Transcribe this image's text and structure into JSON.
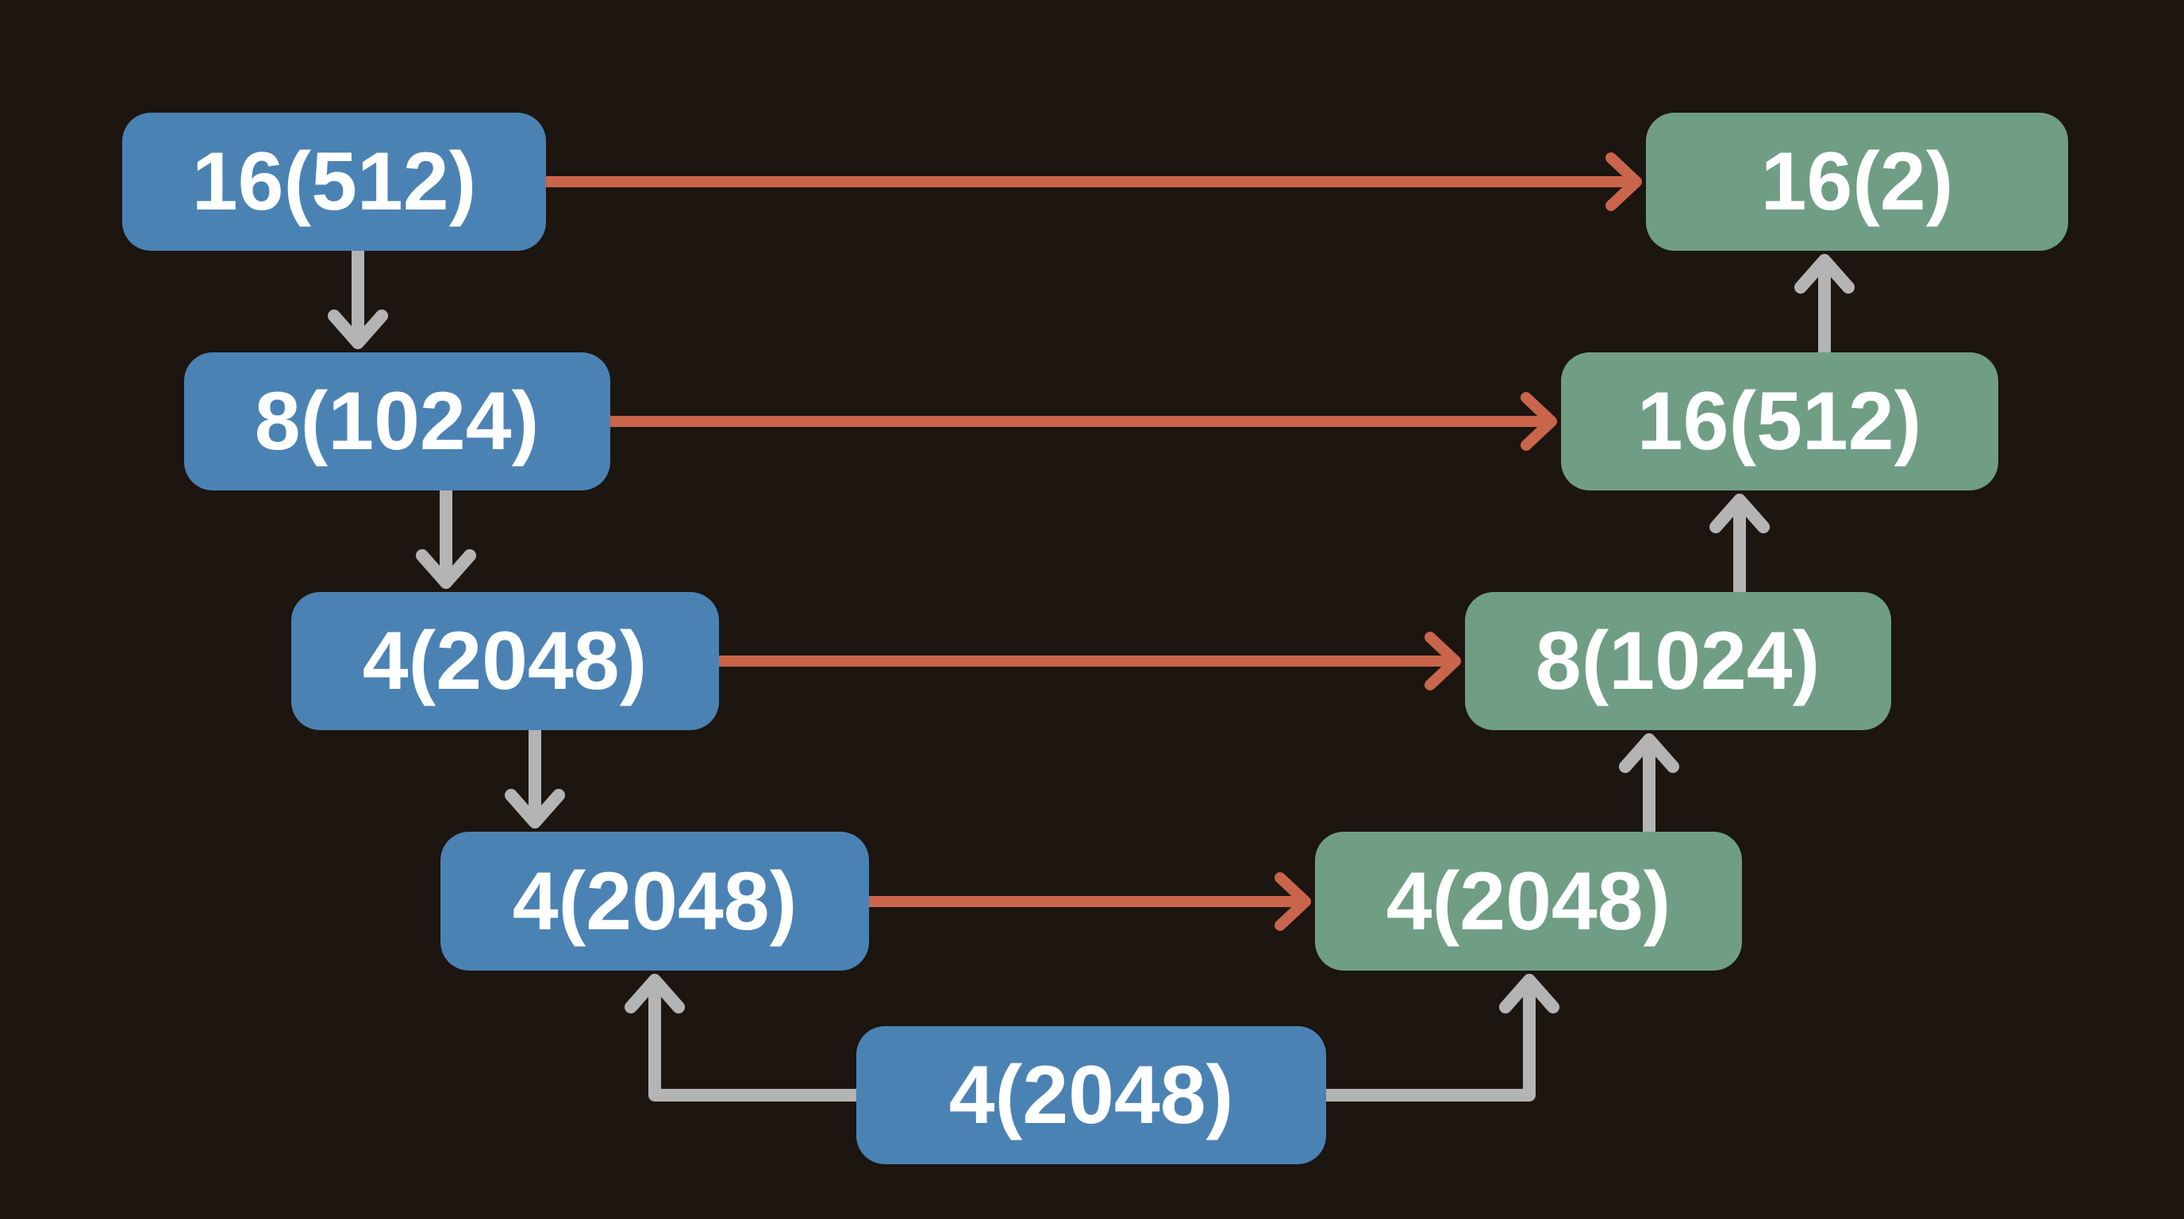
{
  "encoder": [
    {
      "label": "16(512)"
    },
    {
      "label": "8(1024)"
    },
    {
      "label": "4(2048)"
    },
    {
      "label": "4(2048)"
    }
  ],
  "bottleneck": {
    "label": "4(2048)"
  },
  "decoder": [
    {
      "label": "16(2)"
    },
    {
      "label": "16(512)"
    },
    {
      "label": "8(1024)"
    },
    {
      "label": "4(2048)"
    }
  ],
  "colors": {
    "background": "#1c1510",
    "encoder": "#4b82b4",
    "decoder": "#6f9e85",
    "skip_connection": "#c9654b",
    "flow_arrow": "#b4b4b4"
  }
}
